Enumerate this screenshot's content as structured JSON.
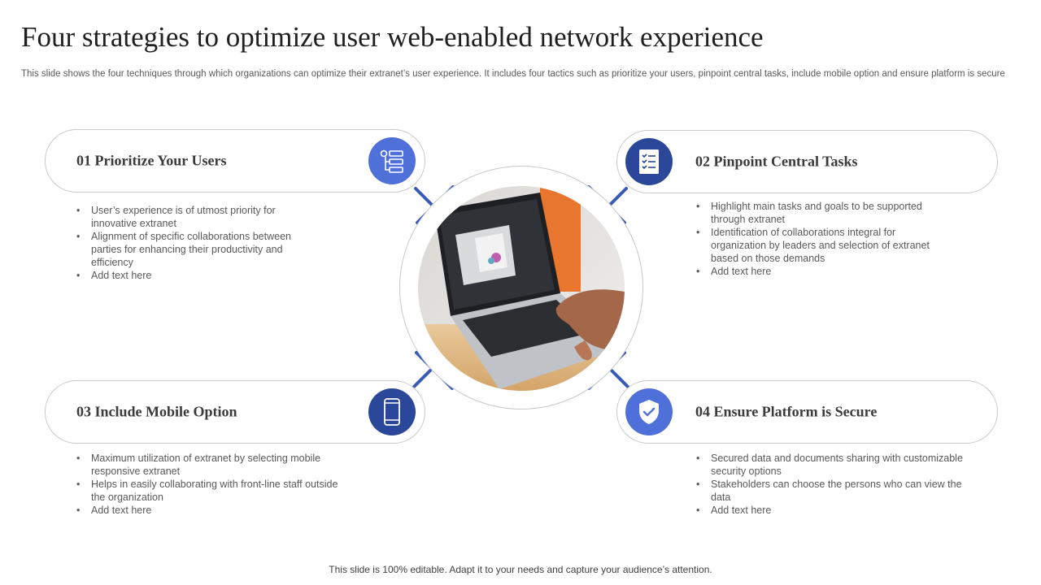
{
  "slide": {
    "title": "Four strategies to optimize user web-enabled network experience",
    "subtitle": "This slide shows the four techniques through which organizations can optimize their extranet’s user experience. It includes four tactics such as prioritize your users, pinpoint central tasks, include mobile option and ensure platform is secure",
    "footer": "This slide is 100% editable. Adapt it to your needs and capture your audience’s attention."
  },
  "colors": {
    "accent_bright": "#4f6fd9",
    "accent_dark": "#2a4799",
    "connector": "#3a5bb5",
    "border": "#c9c9c9"
  },
  "strategies": [
    {
      "title": "01 Prioritize Your Users",
      "icon": "hierarchy-icon",
      "bullets": [
        "User’s experience is of utmost priority for innovative extranet",
        "Alignment of specific collaborations between parties for enhancing their productivity and efficiency",
        "Add text here"
      ]
    },
    {
      "title": "02 Pinpoint Central Tasks",
      "icon": "checklist-icon",
      "bullets": [
        "Highlight main tasks and goals to be supported through extranet",
        "Identification of collaborations integral for organization by leaders and selection of extranet based on those demands",
        "Add text here"
      ]
    },
    {
      "title": "03 Include Mobile Option",
      "icon": "smartphone-icon",
      "bullets": [
        "Maximum utilization of extranet by selecting mobile responsive extranet",
        "Helps in easily collaborating with front-line staff outside the organization",
        "Add text here"
      ]
    },
    {
      "title": "04 Ensure Platform is Secure",
      "icon": "shield-check-icon",
      "bullets": [
        "Secured data and documents sharing with customizable security options",
        "Stakeholders can choose the persons who can view the data",
        "Add text here"
      ]
    }
  ]
}
